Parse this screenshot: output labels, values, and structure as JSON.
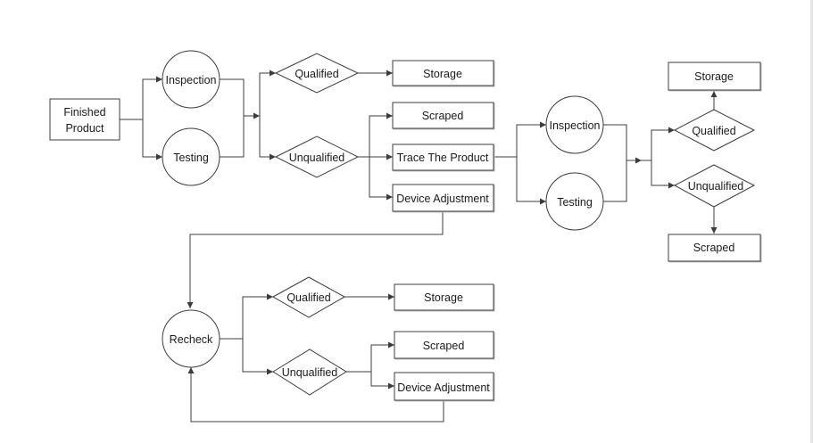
{
  "nodes": {
    "finished_product": [
      "Finished",
      "Product"
    ],
    "inspection_1": "Inspection",
    "testing_1": "Testing",
    "qualified_1": "Qualified",
    "unqualified_1": "Unqualified",
    "storage_1": "Storage",
    "scraped_1": "Scraped",
    "trace_product": "Trace The Product",
    "device_adjustment_1": "Device Adjustment",
    "inspection_2": "Inspection",
    "testing_2": "Testing",
    "storage_2": "Storage",
    "qualified_2": "Qualified",
    "unqualified_2": "Unqualified",
    "scraped_2": "Scraped",
    "recheck": "Recheck",
    "qualified_3": "Qualified",
    "unqualified_3": "Unqualified",
    "storage_3": "Storage",
    "scraped_3": "Scraped",
    "device_adjustment_2": "Device Adjustment"
  },
  "colors": {
    "line": "#3c3c3c",
    "box_fill": "#ffffff",
    "box_shadow": "#bdbdbd",
    "text": "#1a1a1a",
    "edge_strip": "#e6e6e6"
  }
}
